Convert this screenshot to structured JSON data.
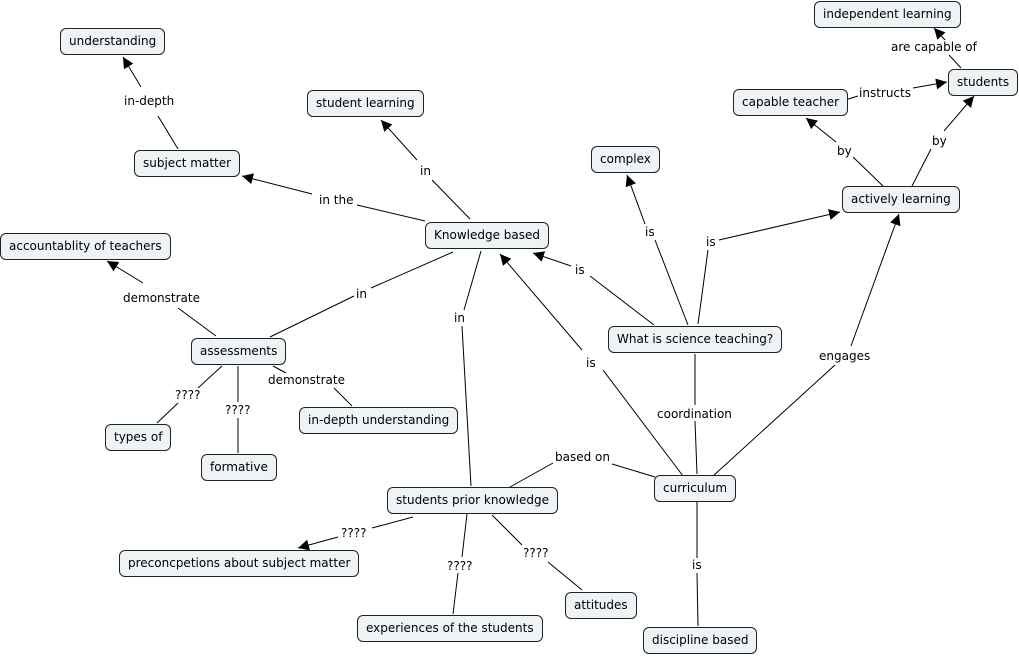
{
  "concepts": {
    "understanding": "understanding",
    "subject_matter": "subject matter",
    "student_learning": "student learning",
    "knowledge_based": "Knowledge based",
    "accountability": "accountablity of teachers",
    "assessments": "assessments",
    "types_of": "types of",
    "formative": "formative",
    "in_depth_understanding": "in-depth understanding",
    "students_prior_knowledge": "students prior knowledge",
    "preconceptions": "preconcpetions about subject matter",
    "experiences": "experiences of the students",
    "attitudes": "attitudes",
    "complex": "complex",
    "what_is_science_teaching": "What is science teaching?",
    "curriculum": "curriculum ",
    "discipline_based": "discipline based",
    "actively_learning": "actively learning",
    "capable_teacher": "capable teacher",
    "students": "students",
    "independent_learning": "independent learning"
  },
  "links": {
    "in_depth": "in-depth",
    "in_the": "in the",
    "in_student_learning": "in",
    "in_assessments": "in",
    "in_prior_knowledge": "in",
    "demonstrate_accountability": "demonstrate",
    "demonstrate_understanding": "demonstrate",
    "q_types_of": "????",
    "q_formative": "????",
    "q_preconceptions": "????",
    "q_experiences": "????",
    "q_attitudes": "????",
    "based_on": "based on",
    "is_knowledge_from_curriculum": "is",
    "is_knowledge_from_what": "is",
    "is_complex": "is",
    "is_actively_learning": "is",
    "coordination": "coordination",
    "engages": "engages",
    "is_discipline_based": "is",
    "by_capable_teacher": "by",
    "by_students": "by",
    "instructs": "instructs",
    "are_capable_of": "are capable of"
  },
  "colors": {
    "node_fill": "#eef3f5",
    "node_border": "#222222",
    "line": "#000000"
  }
}
